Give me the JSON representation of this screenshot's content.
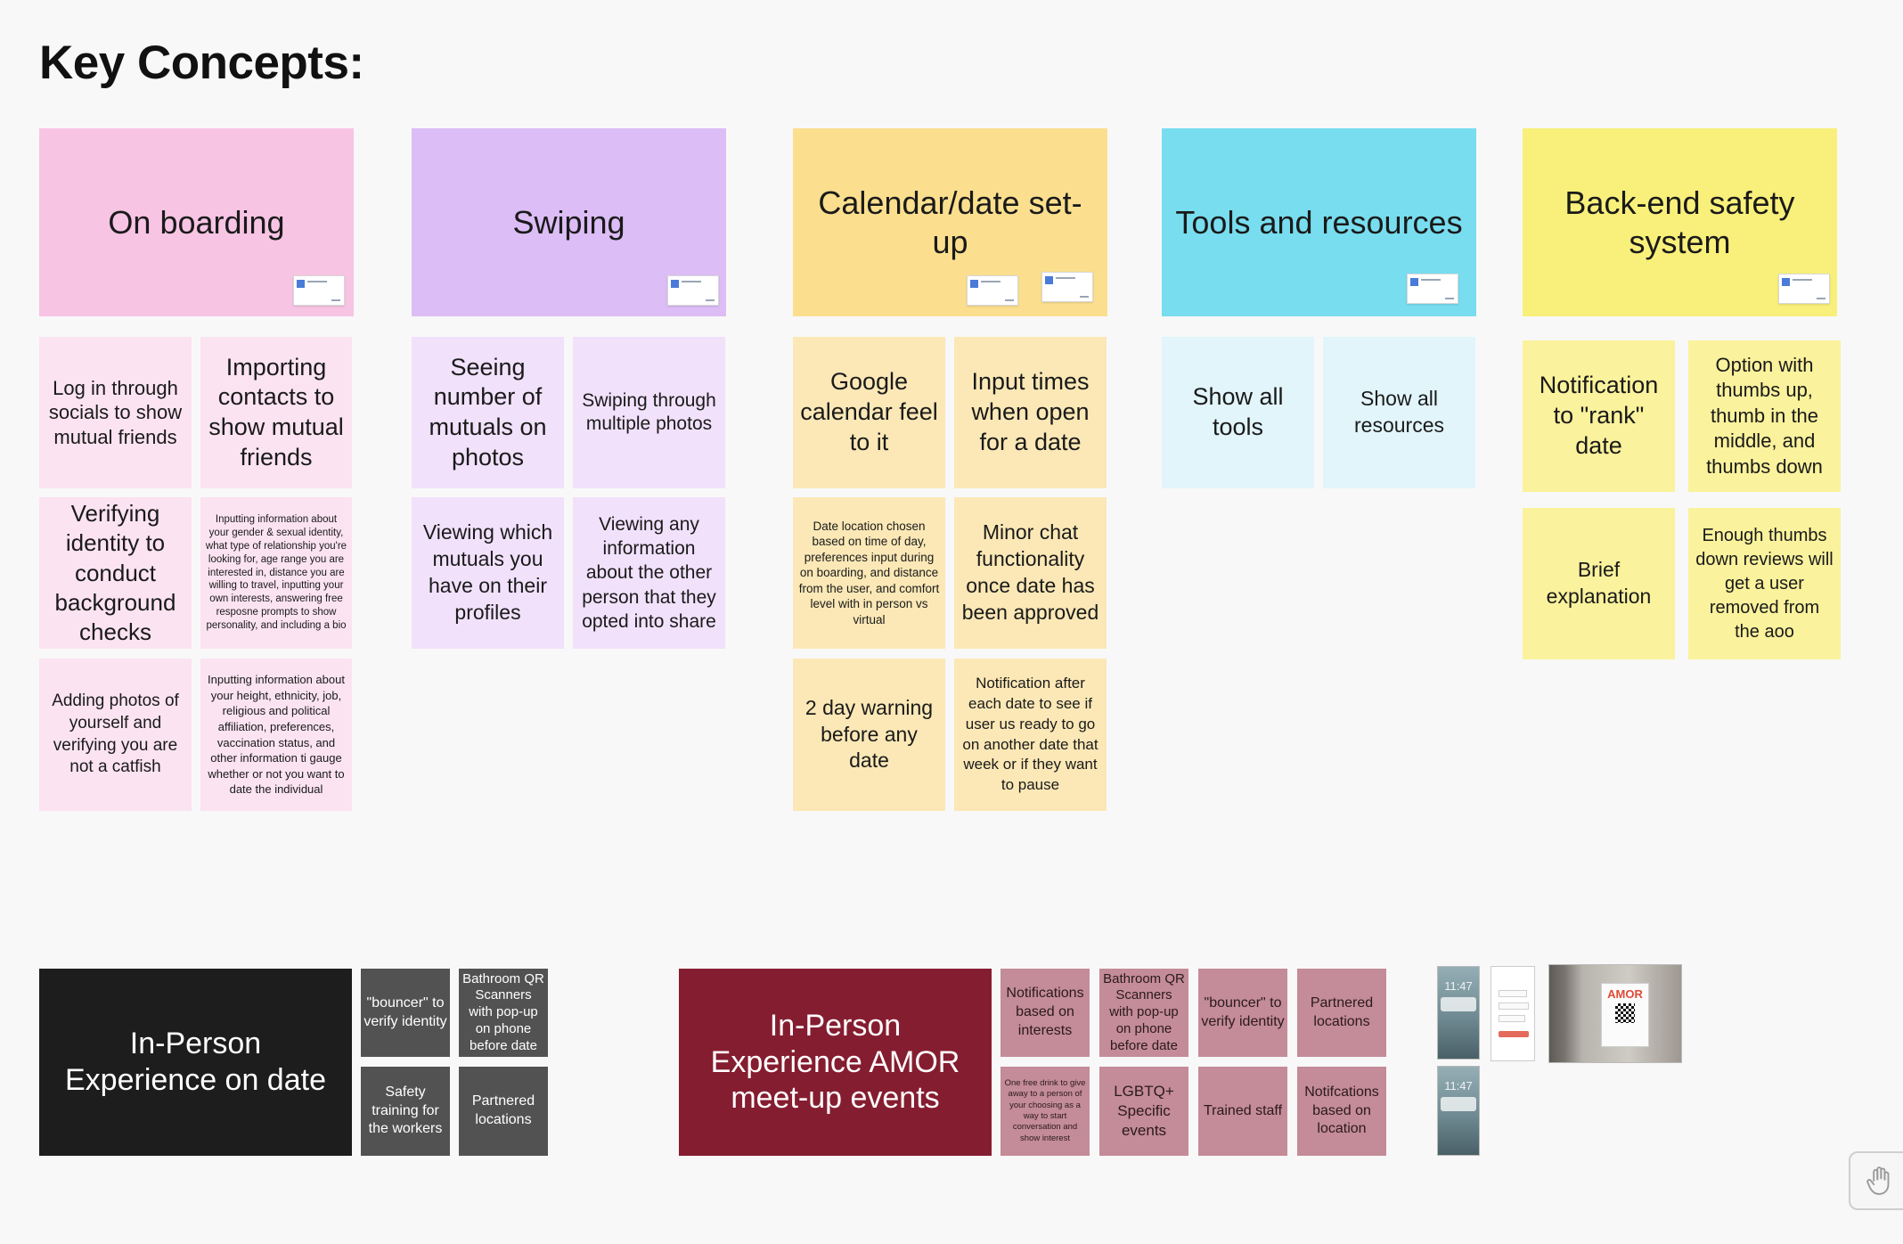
{
  "board": {
    "title": "Key Concepts:"
  },
  "categories": {
    "onboarding": {
      "header": "On boarding",
      "notes": [
        "Log in through socials to show mutual friends",
        "Importing contacts to show mutual friends",
        "Verifying identity to conduct background checks",
        "Inputting information about your gender & sexual identity, what type of relationship you're looking for, age range you are interested in, distance you are willing to travel, inputting your own interests, answering free resposne prompts to show personality, and including a bio",
        "Adding photos of yourself and verifying you are not a catfish",
        "Inputting information about your height, ethnicity, job, religious and political affiliation, preferences, vaccination status, and other information ti gauge whether or not you want to date the individual"
      ]
    },
    "swiping": {
      "header": "Swiping",
      "notes": [
        "Seeing number of mutuals on photos",
        "Swiping through multiple photos",
        "Viewing which mutuals you have on their profiles",
        "Viewing any information about the other person that they opted into share"
      ]
    },
    "calendar": {
      "header": "Calendar/date set-up",
      "notes": [
        "Google calendar feel to it",
        "Input times when open for a date",
        "Date location chosen based on time of day, preferences input during on boarding, and distance from the user, and comfort level with in person vs virtual",
        "Minor chat functionality once date has been approved",
        "2 day warning before any date",
        "Notification after each date to see if user us ready to go on another date that week or if they want to pause"
      ]
    },
    "tools": {
      "header": "Tools and resources",
      "notes": [
        "Show all tools",
        "Show all resources"
      ]
    },
    "safety": {
      "header": "Back-end safety system",
      "notes": [
        "Notification to \"rank\" date",
        "Option with thumbs up, thumb in the middle, and thumbs down",
        "Brief explanation",
        "Enough thumbs down reviews will get a user removed from the aoo"
      ]
    }
  },
  "in_person_date": {
    "header": "In-Person Experience on date",
    "notes": [
      "\"bouncer\" to verify identity",
      "Bathroom QR Scanners with pop-up on phone before date",
      "Safety training for the workers",
      "Partnered locations"
    ]
  },
  "in_person_events": {
    "header": "In-Person Experience AMOR meet-up events",
    "notes": [
      "Notifications based on interests",
      "Bathroom QR Scanners with pop-up on phone before date",
      "\"bouncer\" to verify identity",
      "Partnered locations",
      "One free drink to give away to a person of your choosing as a way to start conversation and show interest",
      "LGBTQ+ Specific events",
      "Trained staff",
      "Notifcations based on location"
    ]
  },
  "images": {
    "phone_time": "11:47",
    "sign_brand": "AMOR"
  },
  "icons": {
    "hand_tool": "hand-icon"
  },
  "colors": {
    "onboarding": "#f8c4e4",
    "swiping": "#dcbdf6",
    "calendar": "#fbdf8e",
    "tools": "#78ddef",
    "safety": "#f8f07a",
    "in_person_date": "#1d1d1d",
    "in_person_events": "#851d30"
  }
}
